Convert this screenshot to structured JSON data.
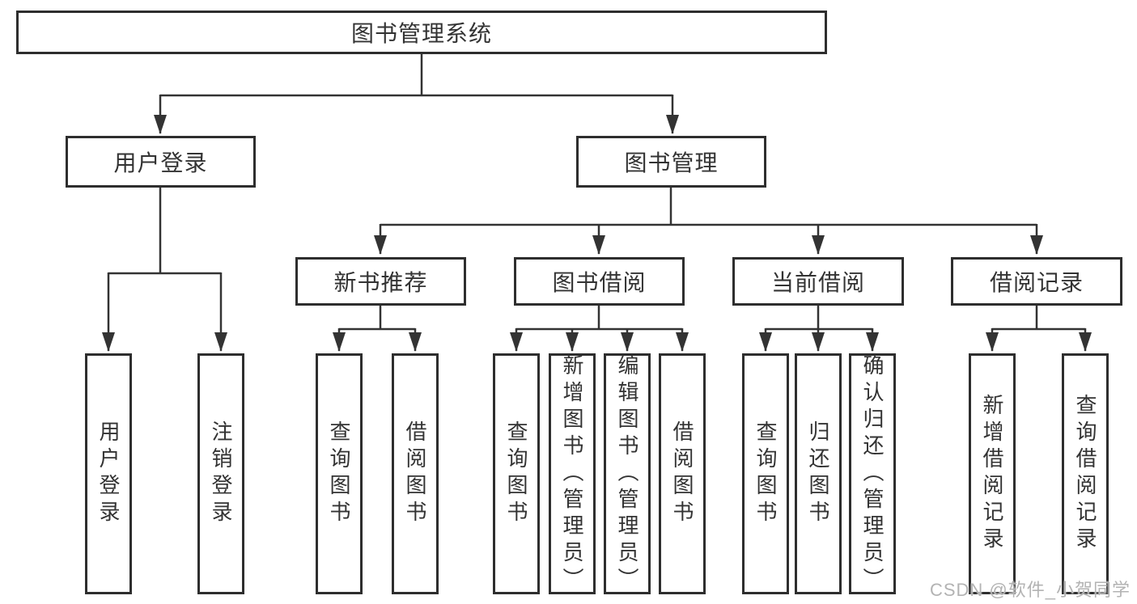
{
  "colors": {
    "line": "#333333",
    "border": "#2e2e2e",
    "text": "#333333",
    "watermark": "#b3b3b3",
    "bg": "#ffffff"
  },
  "nodes": {
    "root": {
      "label": "图书管理系统"
    },
    "level2": [
      {
        "label": "用户登录",
        "parent": "图书管理系统"
      },
      {
        "label": "图书管理",
        "parent": "图书管理系统"
      }
    ],
    "level3": [
      {
        "label": "新书推荐",
        "parent": "图书管理"
      },
      {
        "label": "图书借阅",
        "parent": "图书管理"
      },
      {
        "label": "当前借阅",
        "parent": "图书管理"
      },
      {
        "label": "借阅记录",
        "parent": "图书管理"
      }
    ],
    "leaves": [
      {
        "label": "用户登录",
        "parent": "用户登录"
      },
      {
        "label": "注销登录",
        "parent": "用户登录"
      },
      {
        "label": "查询图书",
        "parent": "新书推荐"
      },
      {
        "label": "借阅图书",
        "parent": "新书推荐"
      },
      {
        "label": "查询图书",
        "parent": "图书借阅"
      },
      {
        "label": "新增图书（管理员）",
        "parent": "图书借阅"
      },
      {
        "label": "编辑图书（管理员）",
        "parent": "图书借阅"
      },
      {
        "label": "借阅图书",
        "parent": "图书借阅"
      },
      {
        "label": "查询图书",
        "parent": "当前借阅"
      },
      {
        "label": "归还图书",
        "parent": "当前借阅"
      },
      {
        "label": "确认归还（管理员）",
        "parent": "当前借阅"
      },
      {
        "label": "新增借阅记录",
        "parent": "借阅记录"
      },
      {
        "label": "查询借阅记录",
        "parent": "借阅记录"
      }
    ]
  },
  "watermark": "CSDN @软件_小贺同学"
}
